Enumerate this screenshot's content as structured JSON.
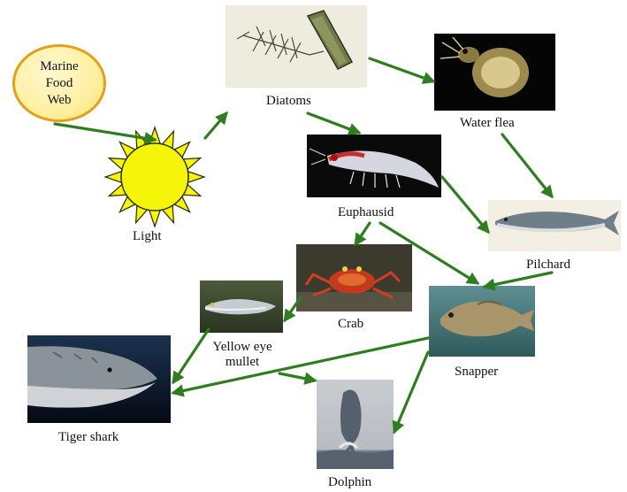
{
  "title": {
    "lines": [
      "Marine",
      "Food",
      "Web"
    ]
  },
  "nodes": {
    "light": "Light",
    "diatoms": "Diatoms",
    "water_flea": "Water flea",
    "euphausid": "Euphausid",
    "pilchard": "Pilchard",
    "crab": "Crab",
    "yellow_eye_mullet": [
      "Yellow eye",
      "mullet"
    ],
    "snapper": "Snapper",
    "tiger_shark": "Tiger shark",
    "dolphin": "Dolphin"
  },
  "links": [
    [
      "title",
      "light"
    ],
    [
      "light",
      "diatoms"
    ],
    [
      "diatoms",
      "water_flea"
    ],
    [
      "diatoms",
      "euphausid"
    ],
    [
      "water_flea",
      "pilchard"
    ],
    [
      "euphausid",
      "pilchard"
    ],
    [
      "euphausid",
      "crab"
    ],
    [
      "euphausid",
      "snapper"
    ],
    [
      "pilchard",
      "snapper"
    ],
    [
      "crab",
      "yellow_eye_mullet"
    ],
    [
      "yellow_eye_mullet",
      "tiger_shark"
    ],
    [
      "snapper",
      "tiger_shark"
    ],
    [
      "yellow_eye_mullet",
      "dolphin"
    ],
    [
      "snapper",
      "dolphin"
    ]
  ],
  "colors": {
    "arrow": "#2e7d1f",
    "sun": "#f5f50a",
    "sun_outline": "#2a2a00",
    "title_border": "#e2a11a"
  }
}
